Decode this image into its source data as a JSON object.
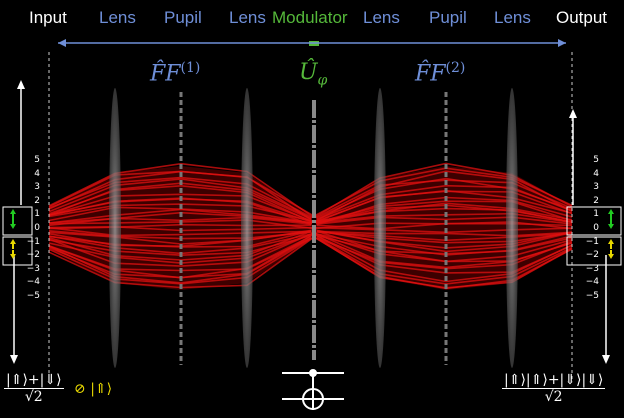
{
  "header": {
    "labels": [
      {
        "key": "input",
        "text": "Input",
        "color": "#ffffff"
      },
      {
        "key": "lens1",
        "text": "Lens",
        "color": "#6f8fd8"
      },
      {
        "key": "pupil1",
        "text": "Pupil",
        "color": "#6f8fd8"
      },
      {
        "key": "lens2",
        "text": "Lens",
        "color": "#6f8fd8"
      },
      {
        "key": "modulator",
        "text": "Modulator",
        "color": "#55b83a"
      },
      {
        "key": "lens3",
        "text": "Lens",
        "color": "#6f8fd8"
      },
      {
        "key": "pupil2",
        "text": "Pupil",
        "color": "#6f8fd8"
      },
      {
        "key": "lens4",
        "text": "Lens",
        "color": "#6f8fd8"
      },
      {
        "key": "output",
        "text": "Output",
        "color": "#ffffff"
      }
    ]
  },
  "operators": {
    "ff1": {
      "base": "F̂F",
      "sup": "(1)",
      "color": "#6f8fd8"
    },
    "modulator": {
      "base": "Û",
      "sub": "φ",
      "color": "#55b83a"
    },
    "ff2": {
      "base": "F̂F",
      "sup": "(2)",
      "color": "#6f8fd8"
    }
  },
  "axis_ticks": [
    "5",
    "4",
    "3",
    "2",
    "1",
    "0",
    "−1",
    "−2",
    "−3",
    "−4",
    "−5"
  ],
  "formulas": {
    "input_num_left": "|⇑⟩+|⇓⟩",
    "input_den": "√2",
    "input_ops": "⊘ |⇑⟩",
    "output_num": "|⇑⟩|⇑⟩+|⇓⟩|⇓⟩",
    "output_den": "√2"
  },
  "colors": {
    "background": "#000000",
    "beam": "#e01010",
    "lens": "#8a8a8a",
    "blue_label": "#6f8fd8",
    "green_label": "#55b83a",
    "up_arrow": "#22cc22",
    "down_arrow": "#e8d800"
  }
}
